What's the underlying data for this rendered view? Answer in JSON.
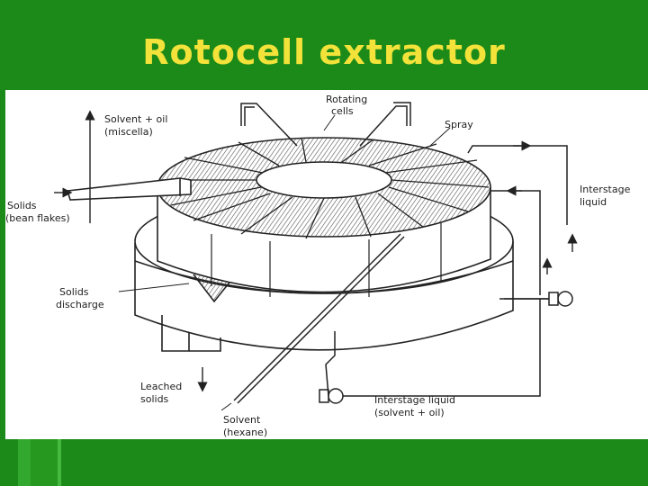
{
  "slide": {
    "title": "Rotocell extractor"
  },
  "diagram": {
    "labels": {
      "solvent_oil_1": "Solvent + oil",
      "solvent_oil_2": "(miscella)",
      "rotating_1": "Rotating",
      "rotating_2": "cells",
      "spray": "Spray",
      "interstage_1": "Interstage",
      "interstage_2": "liquid",
      "solids_1": "Solids",
      "solids_2": "(bean flakes)",
      "discharge_1": "Solids",
      "discharge_2": "discharge",
      "leached_1": "Leached",
      "leached_2": "solids",
      "solvent_1": "Solvent",
      "solvent_2": "(hexane)",
      "interstage_bottom_1": "Interstage liquid",
      "interstage_bottom_2": "(solvent + oil)"
    }
  }
}
